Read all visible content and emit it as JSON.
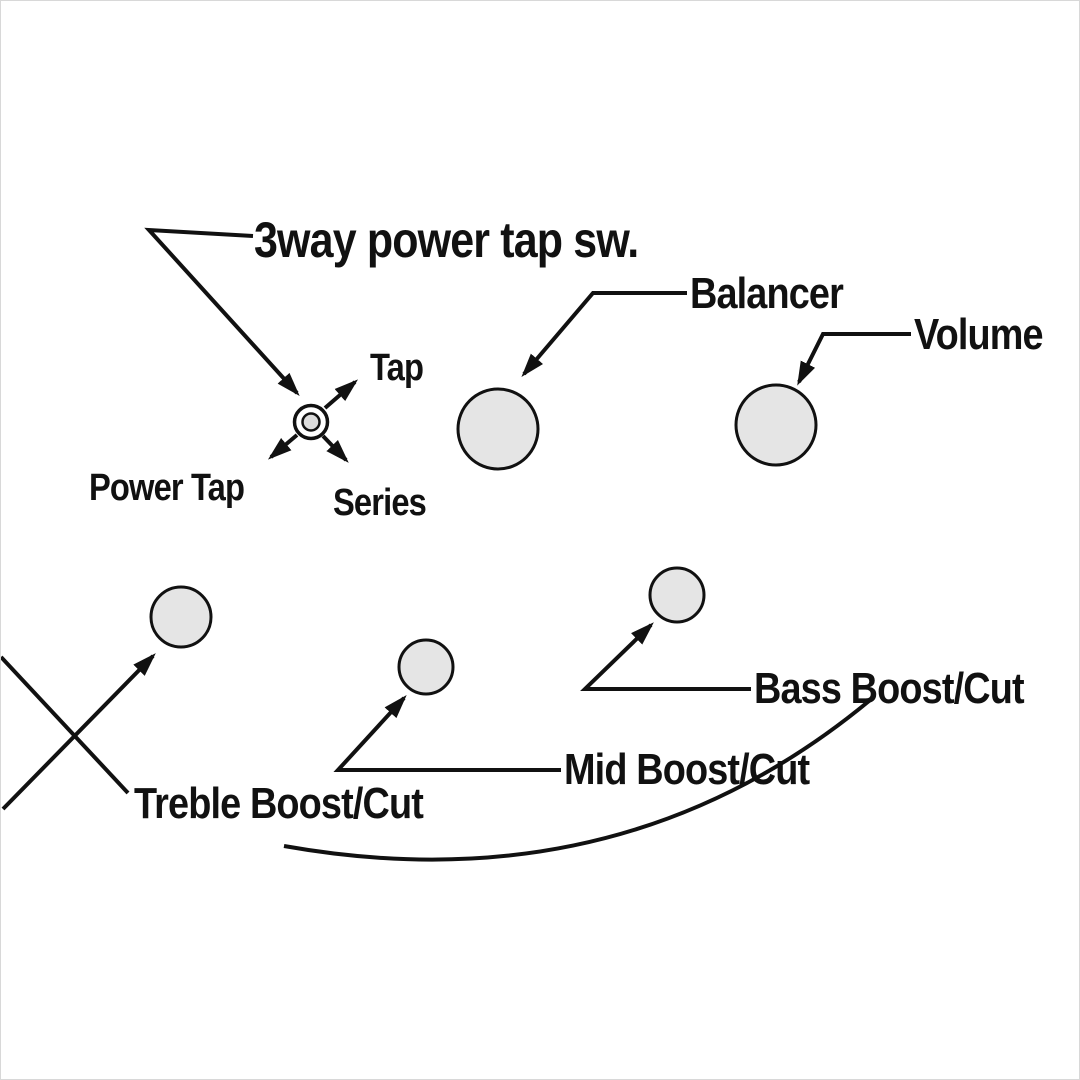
{
  "diagram": {
    "colors": {
      "background": "#ffffff",
      "border": "#d8d8d8",
      "ink": "#111111",
      "knob_fill": "#e5e5e5",
      "knob_stroke": "#111111",
      "switch_center_fill": "#dcdcdc",
      "switch_ring_fill": "#ffffff"
    },
    "labels": {
      "three_way": "3way power tap sw.",
      "tap": "Tap",
      "power_tap": "Power Tap",
      "series": "Series",
      "balancer": "Balancer",
      "volume": "Volume",
      "bass_boost_cut": "Bass Boost/Cut",
      "mid_boost_cut": "Mid Boost/Cut",
      "treble_boost_cut": "Treble Boost/Cut"
    }
  }
}
